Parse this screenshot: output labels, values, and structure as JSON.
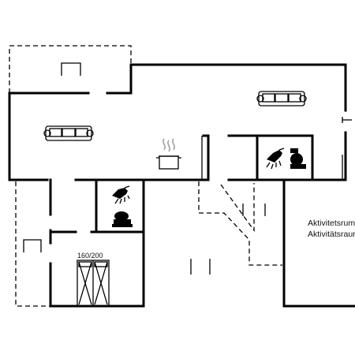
{
  "floorplan": {
    "room_labels": [
      "Aktivitetsrum",
      "Aktivitätsraum"
    ],
    "bed_label": "160/200"
  },
  "icons": [
    "sofa-icon",
    "sofa-icon",
    "cooking-pot-icon",
    "shower-icon",
    "toilet-icon",
    "double-bed-icon",
    "window-icon",
    "door-icon"
  ]
}
